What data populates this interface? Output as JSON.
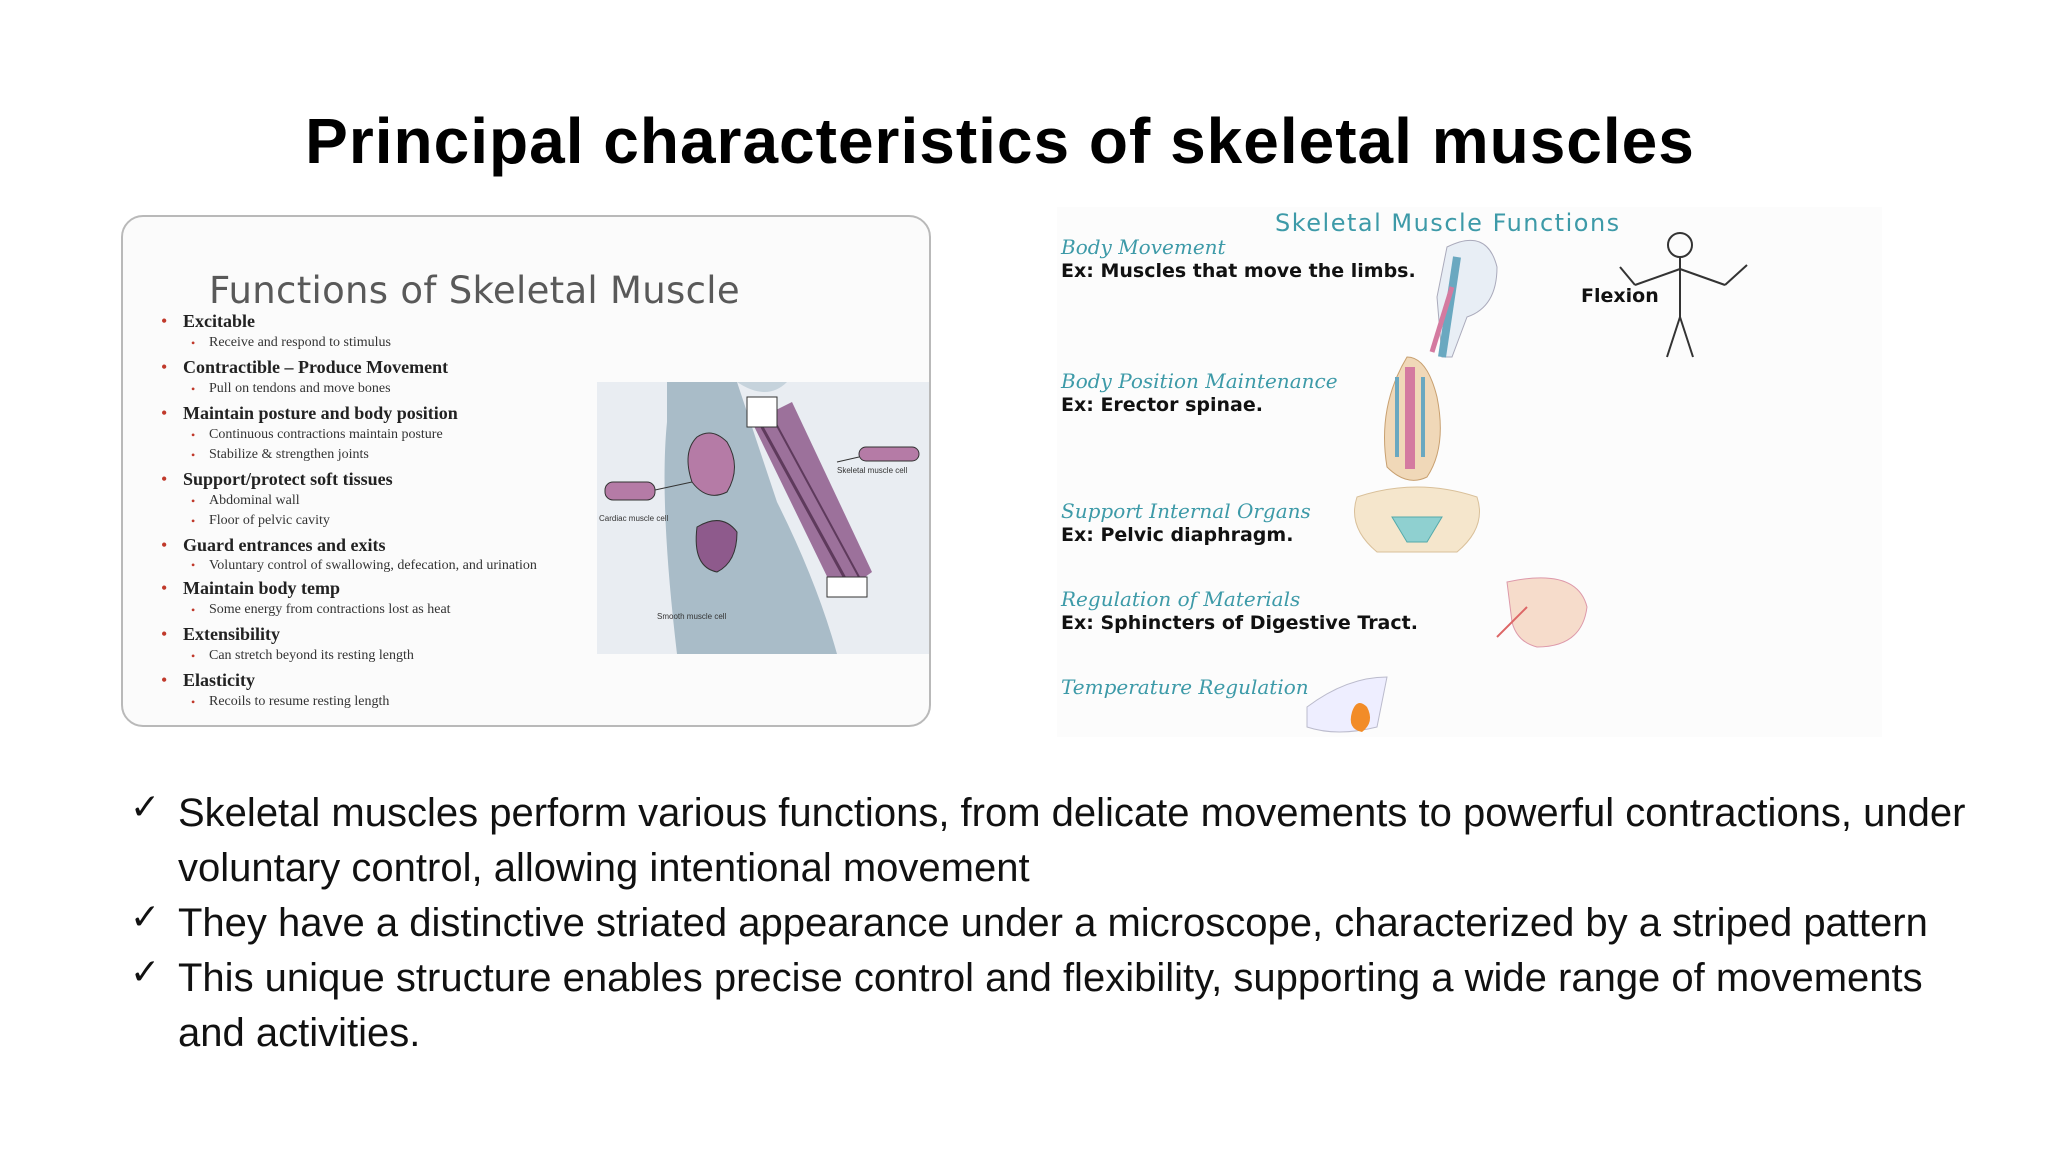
{
  "title": "Principal characteristics of skeletal muscles",
  "left_figure": {
    "heading": "Functions of Skeletal Muscle",
    "items": [
      {
        "name": "Excitable",
        "subs": [
          "Receive and respond to stimulus"
        ]
      },
      {
        "name": "Contractible – Produce Movement",
        "subs": [
          "Pull on tendons and move bones"
        ]
      },
      {
        "name": "Maintain posture and body position",
        "subs": [
          "Continuous contractions maintain posture",
          "Stabilize & strengthen joints"
        ]
      },
      {
        "name": "Support/protect soft tissues",
        "subs": [
          "Abdominal wall",
          "Floor of pelvic cavity"
        ]
      },
      {
        "name": "Guard entrances and exits",
        "subs": [
          "Voluntary control of swallowing, defecation, and urination"
        ]
      },
      {
        "name": "Maintain body temp",
        "subs": [
          "Some energy from contractions lost as heat"
        ]
      },
      {
        "name": "Extensibility",
        "subs": [
          "Can stretch beyond its resting length"
        ]
      },
      {
        "name": "Elasticity",
        "subs": [
          "Recoils to resume resting length"
        ]
      }
    ],
    "labels": {
      "skeletal": "Skeletal muscle cell",
      "cardiac": "Cardiac muscle cell",
      "smooth": "Smooth muscle cell"
    }
  },
  "right_figure": {
    "title": "Skeletal Muscle Functions",
    "flexion": "Flexion",
    "sections": [
      {
        "heading": "Body Movement",
        "example": "Ex: Muscles that move the limbs."
      },
      {
        "heading": "Body Position Maintenance",
        "example": "Ex: Erector spinae."
      },
      {
        "heading": "Support Internal Organs",
        "example": "Ex: Pelvic diaphragm."
      },
      {
        "heading": "Regulation of Materials",
        "example": "Ex: Sphincters of Digestive Tract."
      },
      {
        "heading": "Temperature Regulation",
        "example": ""
      }
    ]
  },
  "points": [
    "Skeletal muscles perform various functions, from delicate movements to powerful contractions, under voluntary control, allowing intentional movement",
    "They have a distinctive striated appearance under a microscope, characterized by a striped pattern",
    "This unique structure enables precise control and flexibility, supporting a wide range of movements and activities."
  ],
  "check_glyph": "✓",
  "bullet_glyph": "•",
  "colors": {
    "accent_red": "#c0392b",
    "accent_teal": "#3d9aa8",
    "muscle_purple": "#8e5a8c"
  }
}
